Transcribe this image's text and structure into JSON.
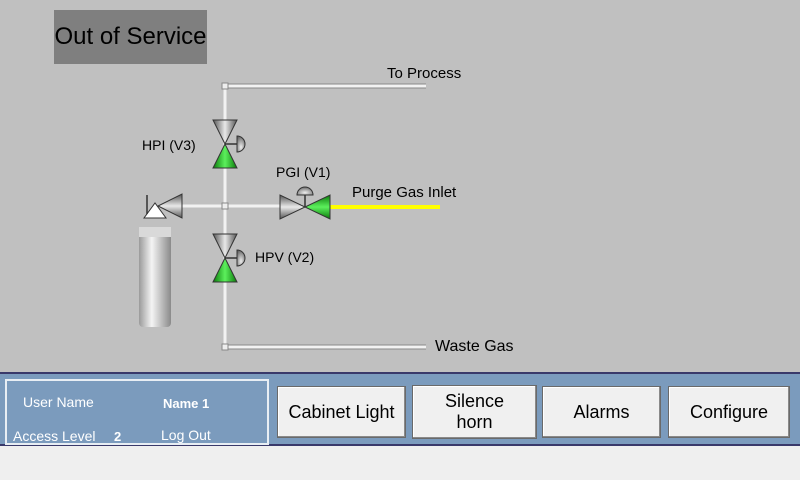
{
  "status": {
    "text": "Out of Service"
  },
  "labels": {
    "to_process": "To Process",
    "purge_gas_inlet": "Purge Gas Inlet",
    "waste_gas": "Waste Gas",
    "hpi": "HPI (V3)",
    "pgi": "PGI (V1)",
    "hpv": "HPV (V2)"
  },
  "user": {
    "user_name_label": "User Name",
    "user_name": "Name 1",
    "access_level_label": "Access Level",
    "access_level": "2",
    "logout": "Log Out"
  },
  "buttons": {
    "cabinet_light": "Cabinet Light",
    "silence_horn": "Silence horn",
    "alarms": "Alarms",
    "configure": "Configure"
  },
  "colors": {
    "background": "#c0c0c0",
    "valve_open": "#22c022",
    "purge_line": "#ffff00",
    "panel": "#7b9bbd"
  }
}
